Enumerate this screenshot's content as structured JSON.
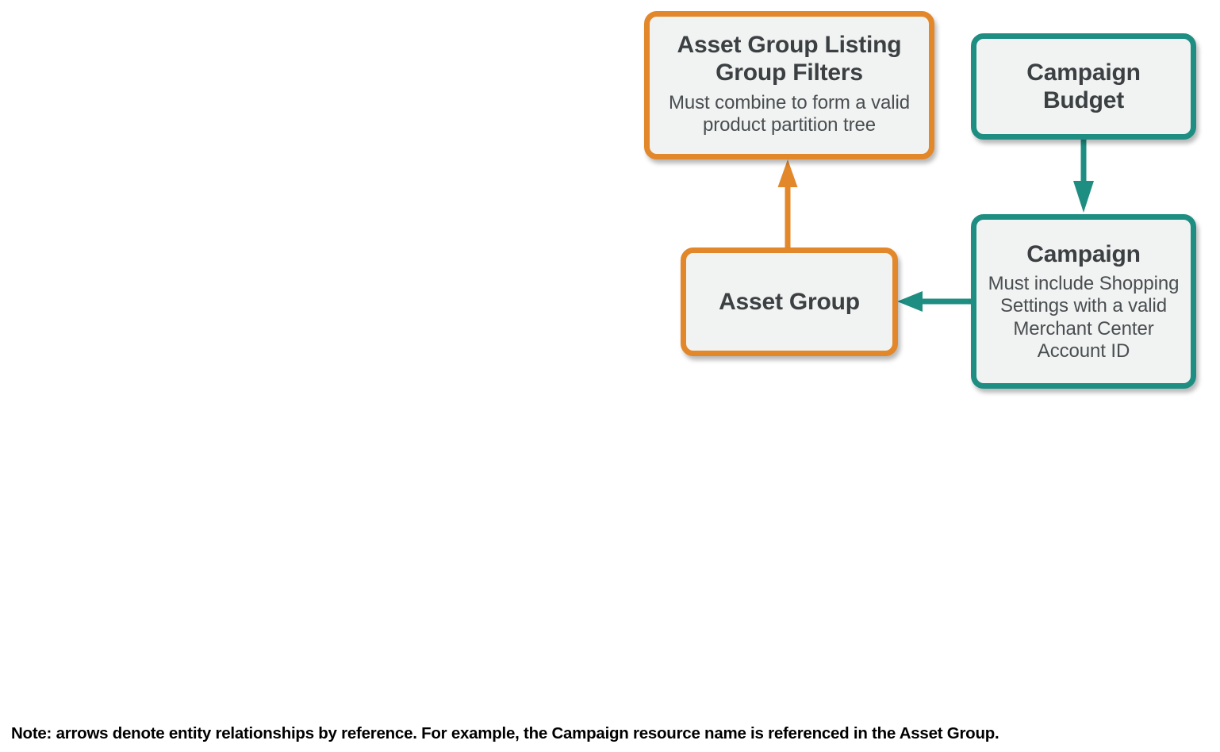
{
  "diagram": {
    "type": "entity-relationship",
    "background_color": "#ffffff",
    "palette": {
      "orange": "#e2872a",
      "teal": "#1e8e82",
      "node_fill": "#f1f3f2",
      "title_text": "#3c4043",
      "sub_text": "#4a4e51",
      "note_text": "#000000"
    },
    "nodes": [
      {
        "id": "asset_group_listing_group_filters",
        "title": "Asset Group Listing Group Filters",
        "subtitle": "Must combine to form a valid product partition tree",
        "color": "orange"
      },
      {
        "id": "campaign_budget",
        "title": "Campaign Budget",
        "subtitle": "",
        "color": "teal"
      },
      {
        "id": "asset_group",
        "title": "Asset Group",
        "subtitle": "",
        "color": "orange"
      },
      {
        "id": "campaign",
        "title": "Campaign",
        "subtitle": "Must include Shopping Settings with a valid Merchant Center Account ID",
        "color": "teal"
      }
    ],
    "edges": [
      {
        "id": "asset-group-to-listing-group-filters",
        "from": "asset_group",
        "to": "asset_group_listing_group_filters",
        "direction": "up",
        "color": "orange"
      },
      {
        "id": "campaign-budget-to-campaign",
        "from": "campaign_budget",
        "to": "campaign",
        "direction": "down",
        "color": "teal"
      },
      {
        "id": "campaign-to-asset-group",
        "from": "campaign",
        "to": "asset_group",
        "direction": "left",
        "color": "teal"
      }
    ],
    "note": "Note: arrows denote entity relationships by reference. For example, the Campaign resource name is referenced in the Asset Group."
  }
}
